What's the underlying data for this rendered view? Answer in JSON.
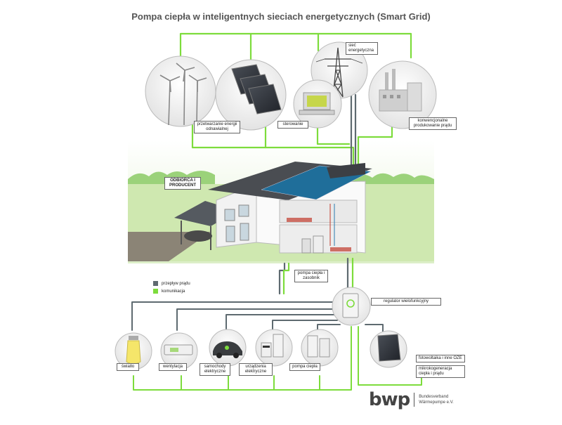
{
  "title": "Pompa ciepła w inteligentnych sieciach energetycznych (Smart Grid)",
  "colors": {
    "power_flow": "#5e6a70",
    "communication": "#7ddc3c",
    "sky": "#e6f3d6",
    "roof": "#4a4d52",
    "solar": "#1f6e9a"
  },
  "labels": {
    "siec_energetyczna": "sieć energetyczna",
    "przetwarzanie_energii": "przetwarzanie energii odnawialnej",
    "sterowanie": "sterowanie",
    "konwencjonalne": "konwencjonalne produkowanie prądu",
    "odbiorca": "ODBIORCA I PRODUCENT",
    "pompa_zasobnik": "pompa ciepła i zasobnik",
    "regulator": "regulator wielofunkcyjny",
    "swiatlo": "światło",
    "wentylacja": "wentylacja",
    "samochody": "samochody elektryczne",
    "urzadzenia": "urządzenia elektryczne",
    "pompa_ciepla": "pompa ciepła",
    "fotowoltaika": "fotowoltaika i inne OZE",
    "mikrokogeneracja": "mikrokogeneracja ciepła i prądu"
  },
  "legend": {
    "power": "przepływ prądu",
    "comm": "komunikacja"
  },
  "logo": {
    "mark": "bwp",
    "line1": "Bundesverband",
    "line2": "Wärmepumpe e.V."
  }
}
